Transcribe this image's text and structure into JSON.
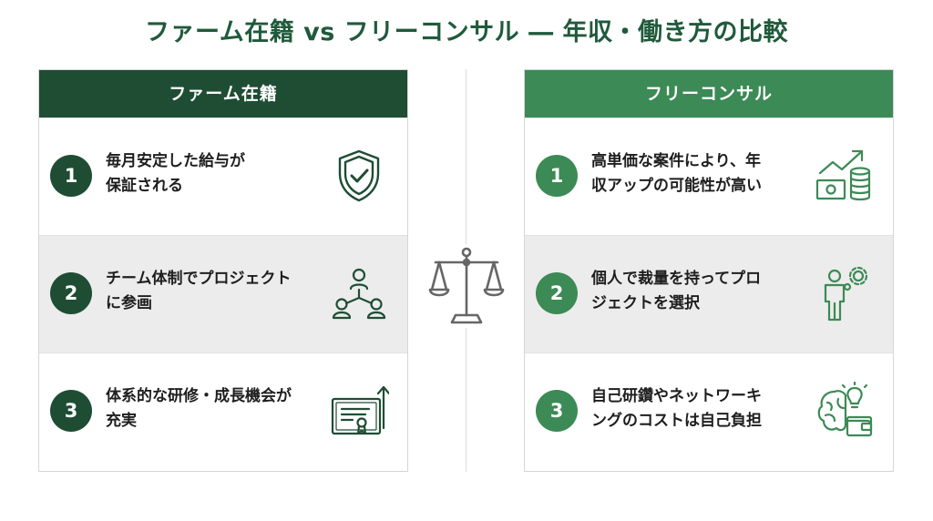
{
  "title": "ファーム在籍 vs フリーコンサル ― 年収・働き方の比較",
  "colors": {
    "firm_header": "#1e4d34",
    "free_header": "#3c8a55",
    "title": "#1f5a3b",
    "alt_row": "#ececec"
  },
  "left": {
    "header": "ファーム在籍",
    "items": [
      {
        "number": "1",
        "line1": "毎月安定した給与が",
        "line2": "保証される",
        "icon": "shield-check-icon"
      },
      {
        "number": "2",
        "line1": "チーム体制でプロジェクト",
        "line2": "に参画",
        "icon": "team-hierarchy-icon"
      },
      {
        "number": "3",
        "line1": "体系的な研修・成長機会が",
        "line2": "充実",
        "icon": "certificate-growth-icon"
      }
    ]
  },
  "right": {
    "header": "フリーコンサル",
    "items": [
      {
        "number": "1",
        "line1": "高単価な案件により、年",
        "line2": "収アップの可能性が高い",
        "icon": "money-growth-icon"
      },
      {
        "number": "2",
        "line1": "個人で裁量を持ってプロ",
        "line2": "ジェクトを選択",
        "icon": "person-gear-icon"
      },
      {
        "number": "3",
        "line1": "自己研鑽やネットワーキ",
        "line2": "ングのコストは自己負担",
        "icon": "brain-wallet-icon"
      }
    ]
  },
  "center_icon": "balance-scale-icon"
}
